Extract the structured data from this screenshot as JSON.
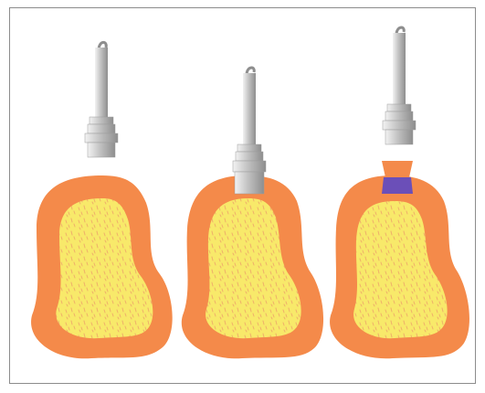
{
  "diagram": {
    "colors": {
      "background": "#ffffff",
      "frame_border": "#8c8c8c",
      "outer_layer": "#f48a4a",
      "inner_core": "#f8e96a",
      "core_texture": "#f0b56a",
      "instrument_light": "#e6e6e6",
      "instrument_mid": "#c9c9c9",
      "instrument_dark": "#9c9c9c",
      "sealant": "#6b4fb8",
      "cap_layer": "#f48a4a"
    },
    "panels": [
      {
        "stage": 1,
        "instrument_position": "above"
      },
      {
        "stage": 2,
        "instrument_position": "inserted"
      },
      {
        "stage": 3,
        "instrument_position": "withdrawn",
        "has_sealant": true
      }
    ]
  }
}
